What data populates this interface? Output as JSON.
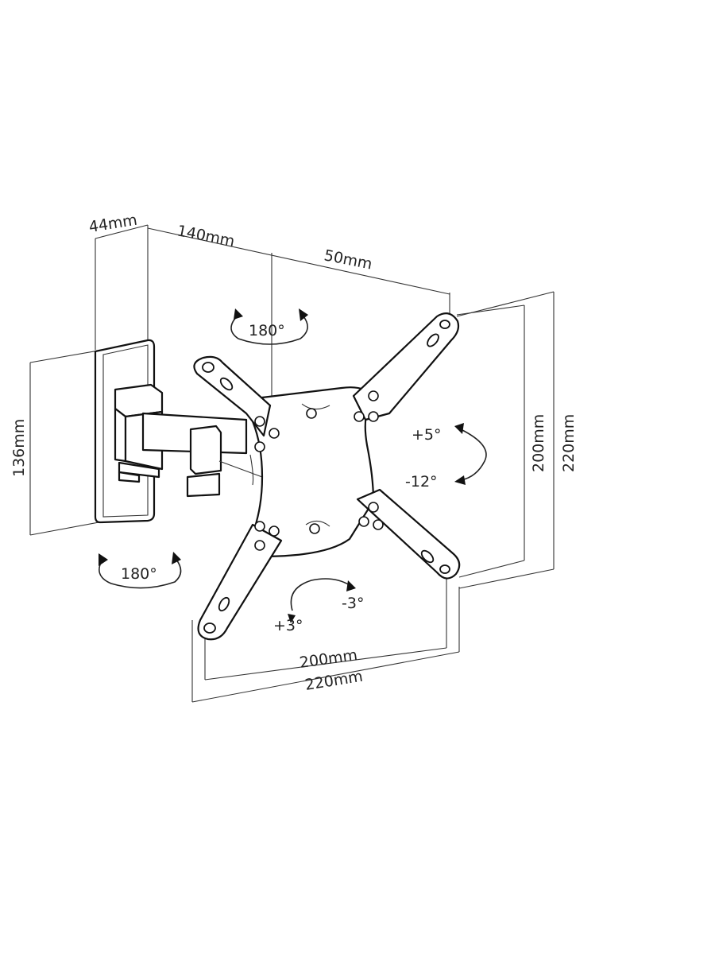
{
  "dimensions": {
    "wall_plate_depth": "44mm",
    "arm_extension": "140mm",
    "plate_offset": "50mm",
    "wall_plate_height": "136mm",
    "vesa_vertical_inner": "200mm",
    "vesa_vertical_outer": "220mm",
    "vesa_horizontal_inner": "200mm",
    "vesa_horizontal_outer": "220mm"
  },
  "rotations": {
    "swivel_top": "180°",
    "swivel_bottom": "180°",
    "tilt_up": "+5°",
    "tilt_down": "-12°",
    "level_plus": "+3°",
    "level_minus": "-3°"
  }
}
